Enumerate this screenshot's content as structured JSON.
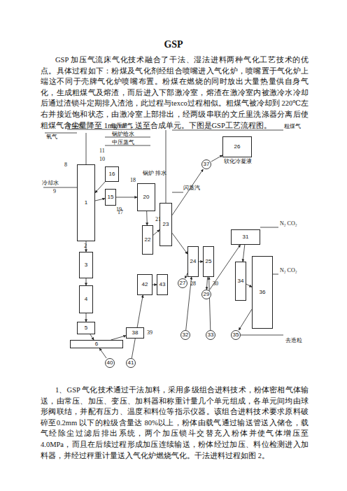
{
  "diagram": {
    "title": "GSP",
    "nodes": [
      {
        "text": [
          "1"
        ]
      },
      {
        "text": [
          "16"
        ]
      },
      {
        "text": [
          "15"
        ]
      },
      {
        "text": [
          "20"
        ]
      },
      {
        "text": [
          "22"
        ]
      },
      {
        "text": [
          "23"
        ]
      },
      {
        "text": [
          "26"
        ]
      },
      {
        "text": [
          "37"
        ]
      },
      {
        "text": [
          "3"
        ]
      },
      {
        "text": [
          "4"
        ]
      },
      {
        "text": [
          "5"
        ]
      },
      {
        "text": [
          "6"
        ]
      },
      {
        "text": [
          "38"
        ]
      },
      {
        "text": [
          "40"
        ]
      },
      {
        "text": [
          "41"
        ]
      },
      {
        "text": [
          "42"
        ]
      },
      {
        "text": [
          "43"
        ]
      },
      {
        "text": [
          "24"
        ]
      },
      {
        "text": [
          "25"
        ]
      },
      {
        "text": [
          "27"
        ]
      },
      {
        "text": [
          "29"
        ]
      },
      {
        "text": [
          "31"
        ]
      },
      {
        "text": [
          "34"
        ]
      },
      {
        "text": [
          "36"
        ]
      },
      {
        "text": [
          "32"
        ]
      },
      {
        "text": [
          "33"
        ]
      },
      {
        "text": [
          "35"
        ]
      }
    ],
    "edges": [
      {
        "from": 1,
        "to": 0,
        "arrow": "to"
      },
      {
        "from": 0,
        "to": 2,
        "arrow": "to"
      },
      {
        "from": 2,
        "to": 3,
        "arrow": "to"
      },
      {
        "from": 3,
        "to": 4,
        "arrow": "to"
      },
      {
        "from": 4,
        "to": 5,
        "arrow": "to"
      },
      {
        "from": 5,
        "to": 7,
        "arrow": "to"
      },
      {
        "from": 7,
        "to": 6,
        "arrow": "to"
      },
      {
        "from": 0,
        "to": 8,
        "arrow": "to"
      },
      {
        "from": 8,
        "to": 9,
        "arrow": "to"
      },
      {
        "from": 9,
        "to": 10,
        "arrow": "to"
      },
      {
        "from": 10,
        "to": 11,
        "arrow": "to"
      },
      {
        "from": 11,
        "to": 12,
        "arrow": "to"
      },
      {
        "from": 13,
        "to": 11,
        "arrow": "to"
      },
      {
        "from": 14,
        "to": 15,
        "arrow": "to"
      },
      {
        "from": 15,
        "to": 16,
        "arrow": "to"
      },
      {
        "from": 5,
        "to": 17,
        "arrow": "to"
      },
      {
        "from": 17,
        "to": 18,
        "arrow": "to"
      },
      {
        "from": 17,
        "to": 19,
        "arrow": "to"
      },
      {
        "from": 18,
        "to": 20,
        "arrow": "to"
      },
      {
        "from": 20,
        "to": 21,
        "arrow": "to"
      },
      {
        "from": 21,
        "to": 22,
        "arrow": "to"
      },
      {
        "from": 22,
        "to": 23,
        "arrow": "to"
      },
      {
        "from": 24,
        "to": 17,
        "arrow": "to"
      },
      {
        "from": 25,
        "to": 18,
        "arrow": "to"
      },
      {
        "from": 23,
        "to": 26,
        "arrow": "to"
      }
    ],
    "labels": [
      "GSP 加压气流床气化技术融合了干法、湿法进料两种气化工艺技术的优点。具体过程如下：粉煤及气化剂经组合喷嘴进入气化炉，喷嘴置于气化炉上端这不同于壳牌气化炉喷嘴布置。粉煤在燃烧的同时放出大量热量供自身气化，生成粗煤气及熔渣，而后进入下部激冷室，熔渣在激冷室内被激冷水冷却后通过渣锁斗定期排入渣池，此过程与texco过程相似。粗煤气被冷却到 220℃左右并接近饱和状态，由激冷室上部排出，经两级串联的文丘里洗涤器分离后使粗煤气含尘量降至 1mg/m³，送至合成单元。下图是GSP工艺流程图。",
      "氧气",
      "冷却水",
      "低压蒸气",
      "锅炉给水",
      "中压蒸气",
      "粗煤气",
      "软化冷凝液",
      "闪蒸汽",
      "锅炉 排水",
      "冷却水",
      "N₂ CO₂",
      "N₂ CO₂",
      "去造粒",
      "2",
      "8",
      "9",
      "10",
      "11",
      "17",
      "18",
      "19",
      "21",
      "28",
      "30",
      "39",
      "1、GSP 气化技术通过干法加料，采用多级组合进料技术，粉体密相气体输送，由常压、加压、变压、加料器和称重计量几个单元组成，各单元间均由球形阀联结，并配有压力、温度和料位等指示仪器。该组合进料技术要求原料破碎至0.2mm 以下的粒级含量达 80%以上，粉体由载气通过输送管送入储仓，载气经除尘过滤后排出系统，两个加压锁斗交替充入粉体并使气体增压至 4.0MPa，而且在后续过程形成加压连续输送，粉体经过加压、料位检测进入加料器，并经过秤重计量送入气化炉燃烧气化。干法进料过程如图 2。"
    ]
  }
}
